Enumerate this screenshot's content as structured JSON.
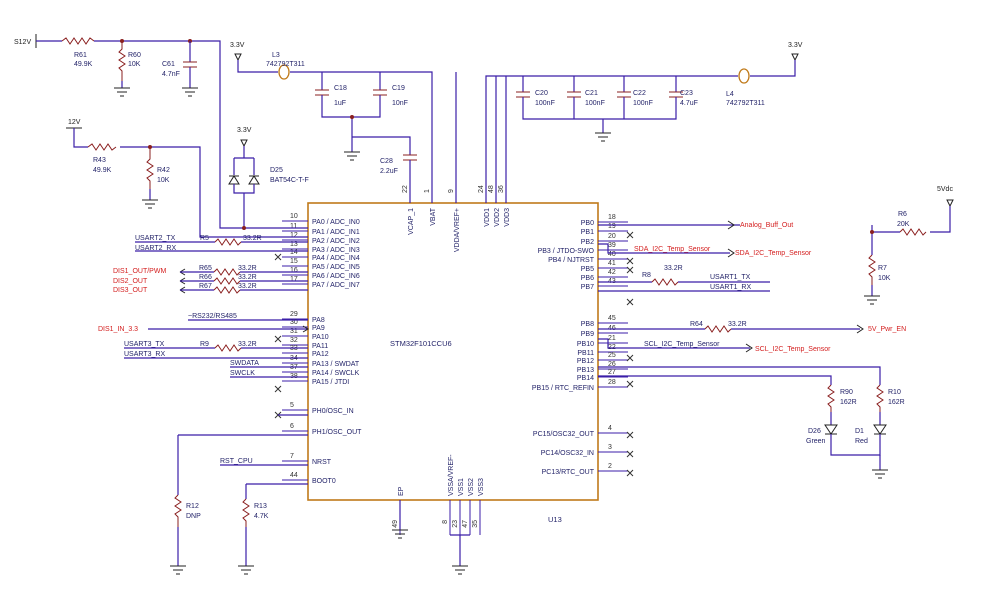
{
  "ic": {
    "part": "STM32F101CCU6",
    "ref": "U13",
    "left_pins": [
      {
        "num": "10",
        "name": "PA0 / ADC_IN0"
      },
      {
        "num": "11",
        "name": "PA1 / ADC_IN1"
      },
      {
        "num": "12",
        "name": "PA2 / ADC_IN2"
      },
      {
        "num": "13",
        "name": "PA3 / ADC_IN3"
      },
      {
        "num": "14",
        "name": "PA4 / ADC_IN4"
      },
      {
        "num": "15",
        "name": "PA5 / ADC_IN5"
      },
      {
        "num": "16",
        "name": "PA6 / ADC_IN6"
      },
      {
        "num": "17",
        "name": "PA7 / ADC_IN7"
      },
      {
        "num": "29",
        "name": "PA8"
      },
      {
        "num": "30",
        "name": "PA9"
      },
      {
        "num": "31",
        "name": "PA10"
      },
      {
        "num": "32",
        "name": "PA11"
      },
      {
        "num": "33",
        "name": "PA12"
      },
      {
        "num": "34",
        "name": "PA13 / SWDAT"
      },
      {
        "num": "37",
        "name": "PA14 / SWCLK"
      },
      {
        "num": "38",
        "name": "PA15 / JTDI"
      },
      {
        "num": "5",
        "name": "PH0/OSC_IN"
      },
      {
        "num": "6",
        "name": "PH1/OSC_OUT"
      },
      {
        "num": "7",
        "name": "NRST"
      },
      {
        "num": "44",
        "name": "BOOT0"
      }
    ],
    "right_pins": [
      {
        "num": "18",
        "name": "PB0"
      },
      {
        "num": "19",
        "name": "PB1"
      },
      {
        "num": "20",
        "name": "PB2"
      },
      {
        "num": "39",
        "name": "PB3 / JTDO-SWO"
      },
      {
        "num": "40",
        "name": "PB4 / NJTRST"
      },
      {
        "num": "41",
        "name": "PB5"
      },
      {
        "num": "42",
        "name": "PB6"
      },
      {
        "num": "43",
        "name": "PB7"
      },
      {
        "num": "45",
        "name": "PB8"
      },
      {
        "num": "46",
        "name": "PB9"
      },
      {
        "num": "21",
        "name": "PB10"
      },
      {
        "num": "22",
        "name": "PB11"
      },
      {
        "num": "25",
        "name": "PB12"
      },
      {
        "num": "26",
        "name": "PB13"
      },
      {
        "num": "27",
        "name": "PB14"
      },
      {
        "num": "28",
        "name": "PB15 / RTC_REFIN"
      },
      {
        "num": "4",
        "name": "PC15/OSC32_OUT"
      },
      {
        "num": "3",
        "name": "PC14/OSC32_IN"
      },
      {
        "num": "2",
        "name": "PC13/RTC_OUT"
      }
    ],
    "top_pins": [
      {
        "num": "22",
        "name": "VCAP_1"
      },
      {
        "num": "1",
        "name": "VBAT"
      },
      {
        "num": "9",
        "name": "VDDA/VREF+"
      },
      {
        "num": "24",
        "name": "VDD1"
      },
      {
        "num": "48",
        "name": "VDD2"
      },
      {
        "num": "36",
        "name": "VDD3"
      }
    ],
    "bottom_pins": [
      {
        "num": "49",
        "name": "EP"
      },
      {
        "num": "8",
        "name": "VSSA/VREF-"
      },
      {
        "num": "23",
        "name": "VSS1"
      },
      {
        "num": "47",
        "name": "VSS2"
      },
      {
        "num": "35",
        "name": "VSS3"
      }
    ]
  },
  "power": {
    "s12v": "S12V",
    "v12": "12V",
    "v33_a": "3.3V",
    "v33_b": "3.3V",
    "v33_c": "3.3V",
    "v5dc": "5Vdc"
  },
  "components": {
    "r61": {
      "ref": "R61",
      "val": "49.9K"
    },
    "r60": {
      "ref": "R60",
      "val": "10K"
    },
    "c61": {
      "ref": "C61",
      "val": "4.7nF"
    },
    "r43": {
      "ref": "R43",
      "val": "49.9K"
    },
    "r42": {
      "ref": "R42",
      "val": "10K"
    },
    "d25": {
      "ref": "D25",
      "val": "BAT54C-T-F"
    },
    "l3": {
      "ref": "L3",
      "val": "742792T311"
    },
    "l4": {
      "ref": "L4",
      "val": "742792T311"
    },
    "c18": {
      "ref": "C18",
      "val": "1uF"
    },
    "c19": {
      "ref": "C19",
      "val": "10nF"
    },
    "c28": {
      "ref": "C28",
      "val": "2.2uF"
    },
    "c20": {
      "ref": "C20",
      "val": "100nF"
    },
    "c21": {
      "ref": "C21",
      "val": "100nF"
    },
    "c22": {
      "ref": "C22",
      "val": "100nF"
    },
    "c23": {
      "ref": "C23",
      "val": "4.7uF"
    },
    "r5": {
      "ref": "R5",
      "val": "33.2R"
    },
    "r65": {
      "ref": "R65",
      "val": "33.2R"
    },
    "r66": {
      "ref": "R66",
      "val": "33.2R"
    },
    "r67": {
      "ref": "R67",
      "val": "33.2R"
    },
    "r9": {
      "ref": "R9",
      "val": "33.2R"
    },
    "r6": {
      "ref": "R6",
      "val": "20K"
    },
    "r7": {
      "ref": "R7",
      "val": "10K"
    },
    "r8": {
      "ref": "R8",
      "val": "33.2R"
    },
    "r64": {
      "ref": "R64",
      "val": "33.2R"
    },
    "r90": {
      "ref": "R90",
      "val": "162R"
    },
    "r10": {
      "ref": "R10",
      "val": "162R"
    },
    "d26": {
      "ref": "D26",
      "val": "Green"
    },
    "d1": {
      "ref": "D1",
      "val": "Red"
    },
    "r12": {
      "ref": "R12",
      "val": "DNP"
    },
    "r13": {
      "ref": "R13",
      "val": "4.7K"
    }
  },
  "nets": {
    "usart2_tx": "USART2_TX",
    "usart2_rx": "USART2_RX",
    "dis1_out_pwm": "DIS1_OUT/PWM",
    "dis2_out": "DIS2_OUT",
    "dis3_out": "DIS3_OUT",
    "rs232_rs485": "~RS232/RS485",
    "dis1_in": "DIS1_IN_3.3",
    "usart3_tx": "USART3_TX",
    "usart3_rx": "USART3_RX",
    "swdata": "SWDATA",
    "swclk": "SWCLK",
    "rst_cpu": "RST_CPU",
    "analog_buff_out": "Analog_Buff_Out",
    "sda_i2c": "SDA_I2C_Temp_Sensor",
    "usart1_tx": "USART1_TX",
    "usart1_rx": "USART1_RX",
    "pwr_en": "5V_Pwr_EN",
    "scl_i2c": "SCL_I2C_Temp_Sensor"
  }
}
